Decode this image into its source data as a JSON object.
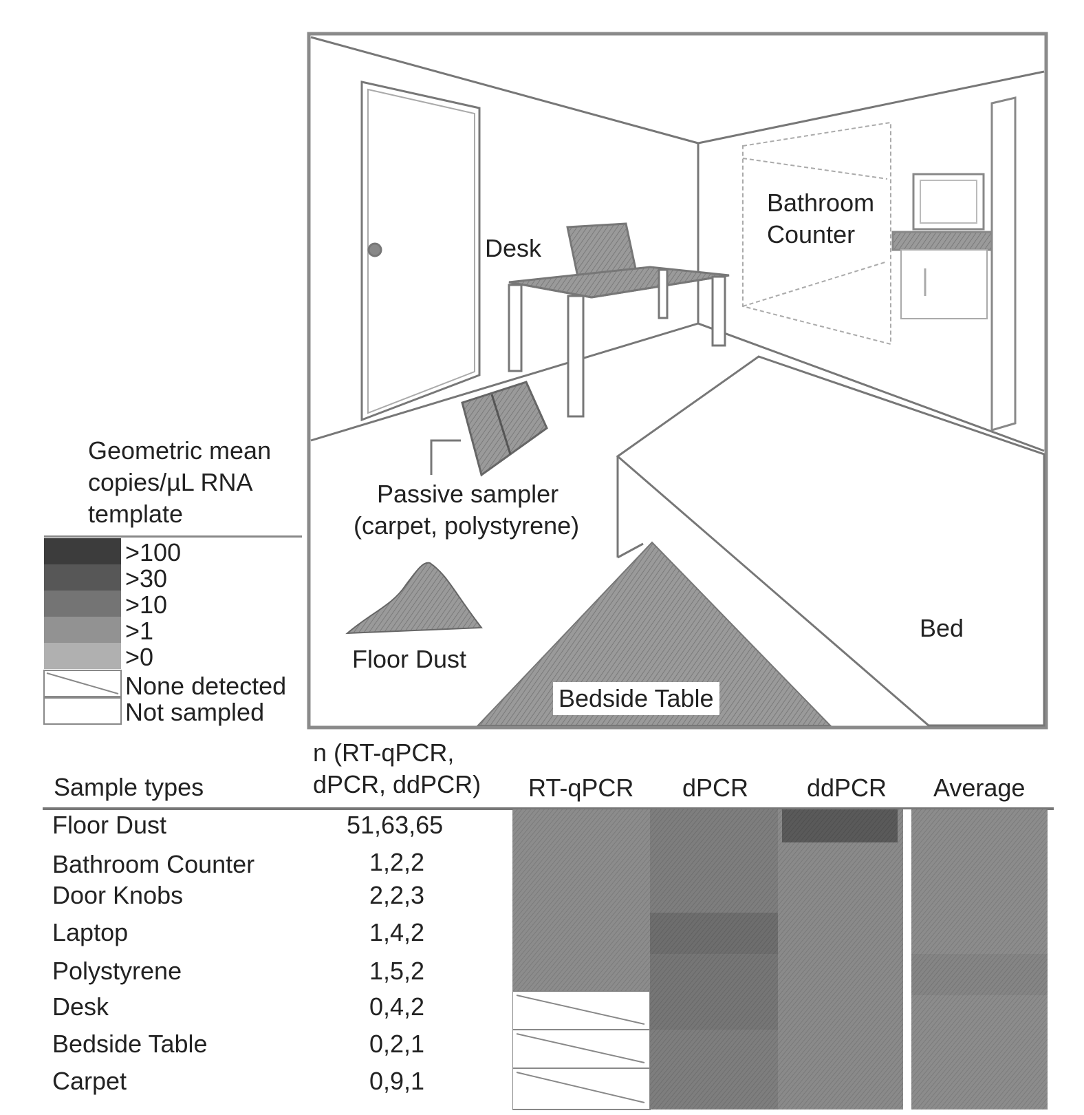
{
  "room": {
    "labels": {
      "desk": "Desk",
      "bathroom_counter_line1": "Bathroom",
      "bathroom_counter_line2": "Counter",
      "passive_sampler_line1": "Passive sampler",
      "passive_sampler_line2": "(carpet, polystyrene)",
      "floor_dust": "Floor Dust",
      "bedside_table": "Bedside Table",
      "bed": "Bed"
    }
  },
  "legend": {
    "title_lines": [
      "Geometric mean",
      "copies/µL RNA",
      "template"
    ],
    "items": [
      {
        "label": ">100",
        "color": "#3c3c3c"
      },
      {
        "label": ">30",
        "color": "#575757"
      },
      {
        "label": ">10",
        "color": "#747474"
      },
      {
        "label": ">1",
        "color": "#929292"
      },
      {
        "label": ">0",
        "color": "#b0b0b0"
      },
      {
        "label": "None detected",
        "color": "#ffffff"
      },
      {
        "label": "Not sampled",
        "color": "#ffffff"
      }
    ]
  },
  "table": {
    "col_sample_types": "Sample types",
    "col_n_line1": "n (RT-qPCR,",
    "col_n_line2": "dPCR, ddPCR)",
    "methods": [
      "RT-qPCR",
      "dPCR",
      "ddPCR",
      "Average"
    ],
    "rows": [
      {
        "name": "Floor Dust",
        "n": "51,63,65"
      },
      {
        "name": "Bathroom Counter",
        "n": "1,2,2"
      },
      {
        "name": "Door Knobs",
        "n": "2,2,3"
      },
      {
        "name": "Laptop",
        "n": "1,4,2"
      },
      {
        "name": "Polystyrene",
        "n": "1,5,2"
      },
      {
        "name": "Desk",
        "n": "0,4,2"
      },
      {
        "name": "Bedside Table",
        "n": "0,2,1"
      },
      {
        "name": "Carpet",
        "n": "0,9,1"
      }
    ]
  }
}
